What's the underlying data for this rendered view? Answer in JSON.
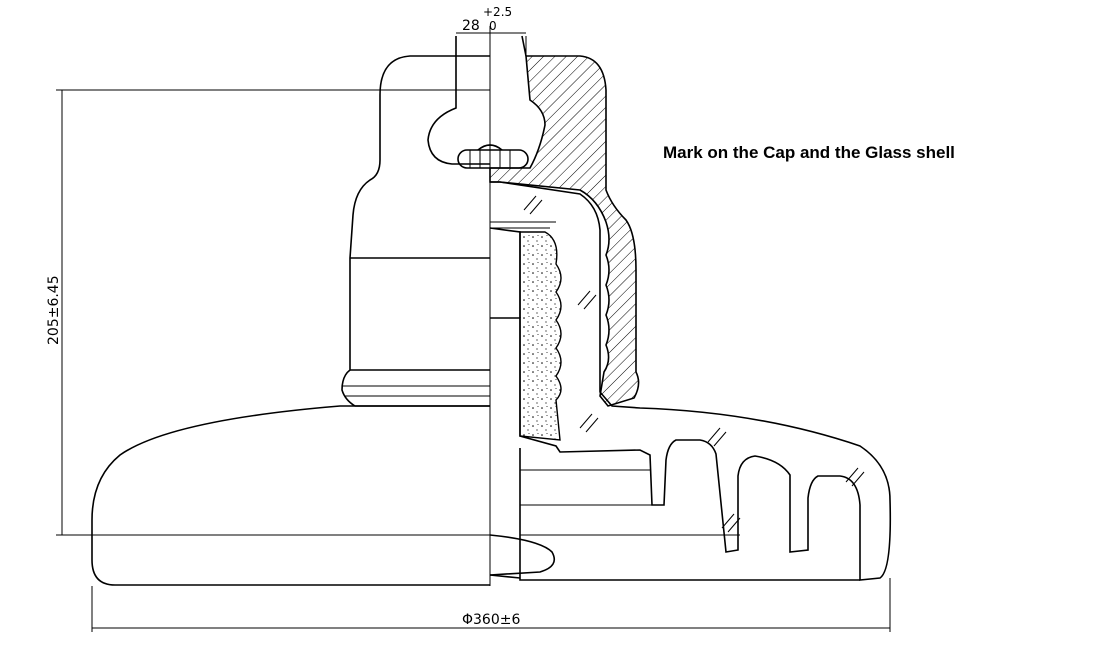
{
  "drawing": {
    "note": "Mark on the Cap and the Glass shell",
    "dims": {
      "pin_socket": "28",
      "pin_tol_upper": "+2.5",
      "pin_tol_lower": "0",
      "height": "205±6.45",
      "diameter": "Φ360±6"
    }
  }
}
